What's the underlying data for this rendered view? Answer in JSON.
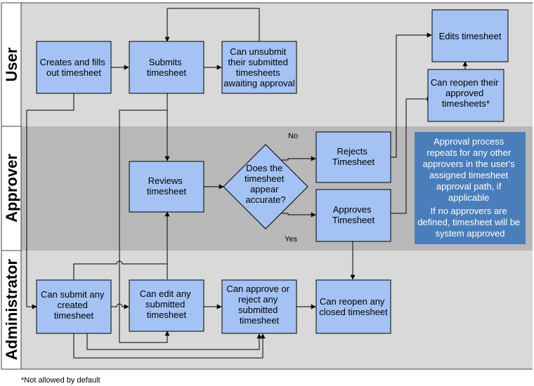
{
  "lanes": {
    "user": "User",
    "approver": "Approver",
    "administrator": "Administrator"
  },
  "nodes": {
    "create": [
      "Creates and fills",
      "out timesheet"
    ],
    "submit": [
      "Submits",
      "timesheet"
    ],
    "unsubmit": [
      "Can unsubmit",
      "their submitted",
      "timesheets",
      "awaiting approval"
    ],
    "edits": [
      "Edits timesheet"
    ],
    "reopen_approved": [
      "Can reopen their",
      "approved",
      "timesheets*"
    ],
    "reviews": [
      "Reviews",
      "timesheet"
    ],
    "decision": [
      "Does the",
      "timesheet",
      "appear",
      "accurate?"
    ],
    "rejects": [
      "Rejects",
      "Timesheet"
    ],
    "approves": [
      "Approves",
      "Timesheet"
    ],
    "admin_submit": [
      "Can submit any",
      "created",
      "timesheet"
    ],
    "admin_edit": [
      "Can edit any",
      "submitted",
      "timesheet"
    ],
    "admin_approve": [
      "Can approve or",
      "reject any",
      "submitted",
      "timesheet"
    ],
    "admin_reopen": [
      "Can reopen any",
      "closed timesheet"
    ]
  },
  "info_box": [
    "Approval process",
    "repeats for any other",
    "approvers in the user's",
    "assigned timesheet",
    "approval path, if",
    "applicable",
    "If no approvers are",
    "defined, timesheet will be",
    "system approved"
  ],
  "branch_labels": {
    "no": "No",
    "yes": "Yes"
  },
  "footnote": "*Not allowed by default",
  "colors": {
    "lane_light": "#d9d9d9",
    "lane_dark": "#b8b8b8",
    "node_fill": "#a4c2f4",
    "info_fill": "#4a7ebb",
    "border": "#000000"
  }
}
